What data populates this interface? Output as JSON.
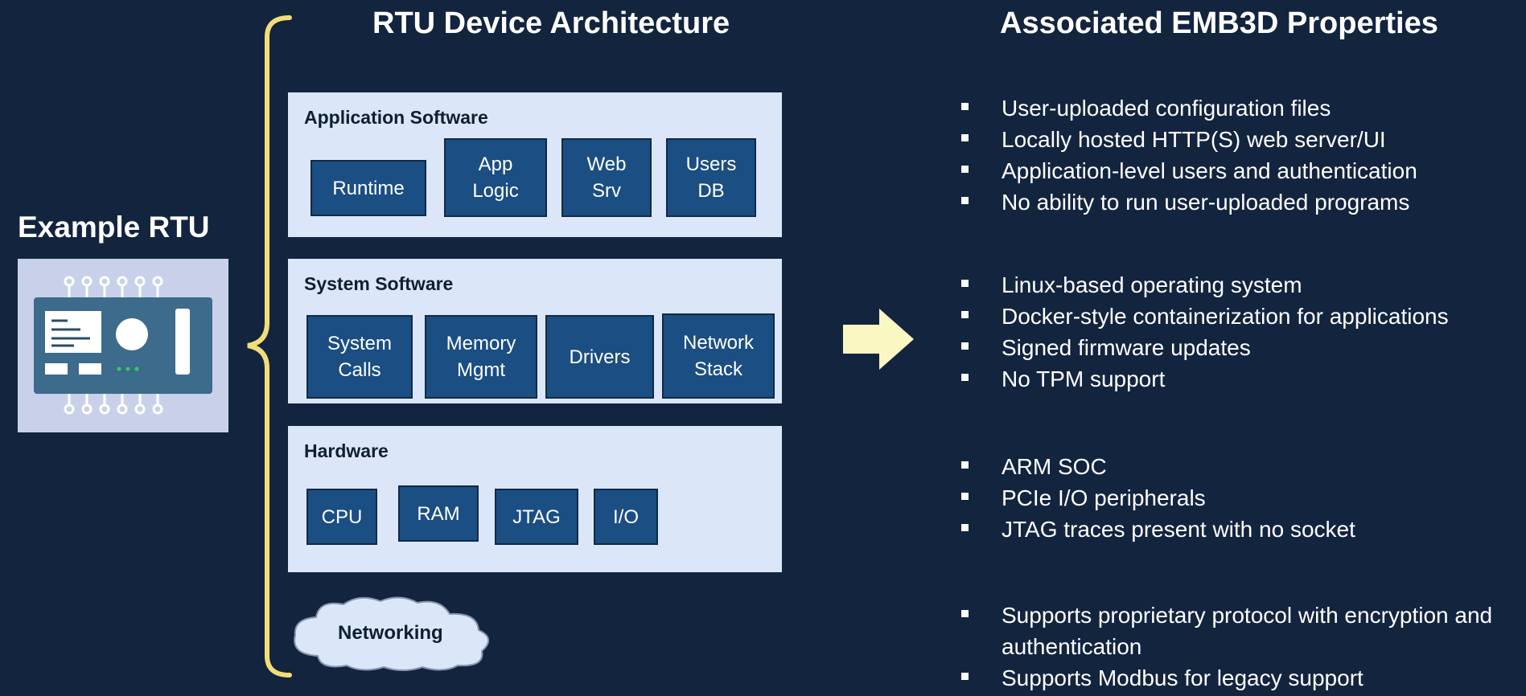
{
  "architecture_title": "RTU Device Architecture",
  "properties_title": "Associated EMB3D Properties",
  "device_label": "Example RTU",
  "layers": {
    "application": {
      "title": "Application Software",
      "components": [
        "Runtime",
        "App\nLogic",
        "Web\nSrv",
        "Users\nDB"
      ]
    },
    "system": {
      "title": "System Software",
      "components": [
        "System\nCalls",
        "Memory\nMgmt",
        "Drivers",
        "Network\nStack"
      ]
    },
    "hardware": {
      "title": "Hardware",
      "components": [
        "CPU",
        "RAM",
        "JTAG",
        "I/O"
      ]
    },
    "networking": {
      "title": "Networking"
    }
  },
  "properties": {
    "application": [
      "User-uploaded configuration files",
      "Locally hosted HTTP(S) web server/UI",
      "Application-level users and authentication",
      "No ability to run user-uploaded programs"
    ],
    "system": [
      "Linux-based operating system",
      "Docker-style containerization for applications",
      "Signed firmware updates",
      "No TPM support"
    ],
    "hardware": [
      "ARM SOC",
      "PCIe I/O peripherals",
      "JTAG traces present with no socket"
    ],
    "networking": [
      "Supports proprietary protocol with encryption and authentication",
      "Supports Modbus for legacy support"
    ]
  },
  "colors": {
    "background": "#13243f",
    "layer_fill": "#dbe7f9",
    "component_fill": "#1b4e82",
    "brace": "#f3dd78",
    "arrow": "#fbf7c3"
  }
}
